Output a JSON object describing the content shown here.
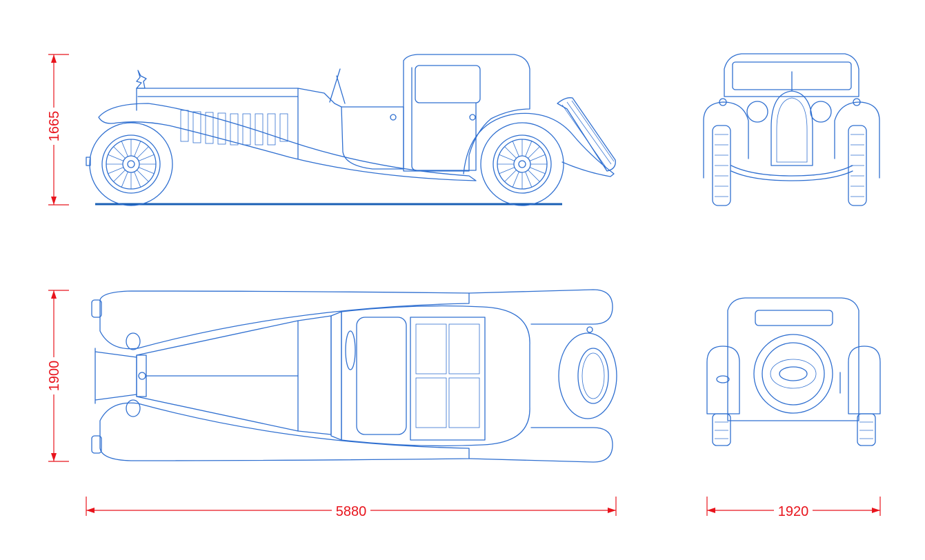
{
  "dimensions": {
    "height": "1665",
    "width": "1900",
    "length": "5880",
    "track": "1920"
  },
  "colors": {
    "line": "#2f6fd0",
    "ground": "#1a5fb4",
    "dimension": "#e8141c",
    "background": "#ffffff"
  }
}
